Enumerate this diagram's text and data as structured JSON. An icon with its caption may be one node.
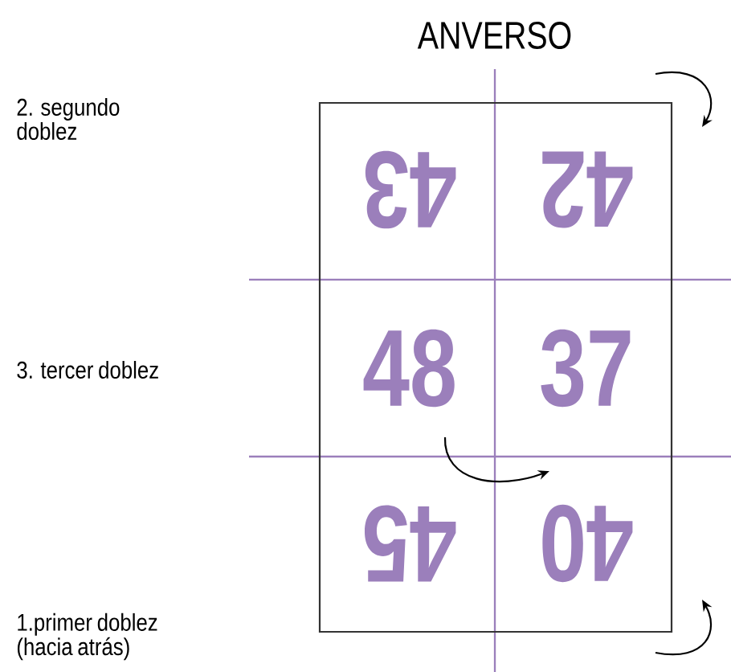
{
  "diagram": {
    "labels": [
      "ANVERSO",
      "2. segundo doblez",
      "43",
      "42",
      "3. tercer doblez",
      "48",
      "37",
      "1.primer doblez (hacia atrás)",
      "45",
      "40"
    ]
  }
}
